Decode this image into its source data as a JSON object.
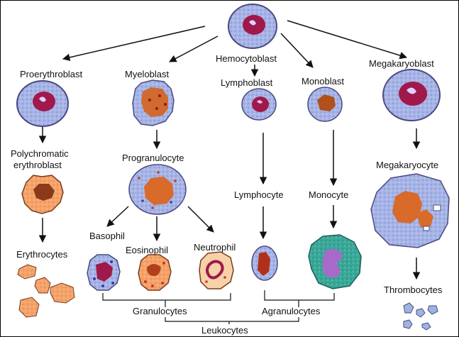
{
  "labels": {
    "hemocytoblast": "Hemocytoblast",
    "proerythroblast": "Proerythroblast",
    "polychromatic_1": "Polychromatic",
    "polychromatic_2": "erythroblast",
    "erythrocytes": "Erythrocytes",
    "myeloblast": "Myeloblast",
    "progranulocyte": "Progranulocyte",
    "basophil": "Basophil",
    "eosinophil": "Eosinophil",
    "neutrophil": "Neutrophil",
    "lymphoblast": "Lymphoblast",
    "lymphocyte": "Lymphocyte",
    "monoblast": "Monoblast",
    "monocyte": "Monocyte",
    "megakaryoblast": "Megakaryoblast",
    "megakaryocyte": "Megakaryocyte",
    "thrombocytes": "Thrombocytes",
    "granulocytes": "Granulocytes",
    "agranulocytes": "Agranulocytes",
    "leukocytes": "Leukocytes"
  },
  "colors": {
    "blast_cytoplasm": "#a7b4e6",
    "blast_nucleus": "#a0194a",
    "erythroid_orange": "#f5a36a",
    "erythroid_nucleus": "#8a3a1a",
    "granule_red": "#c0392b",
    "granule_blue": "#3a3aa0",
    "monocyte_teal": "#3aa898",
    "monocyte_nucleus": "#a86ac8",
    "platelet": "#9fb3e0"
  }
}
